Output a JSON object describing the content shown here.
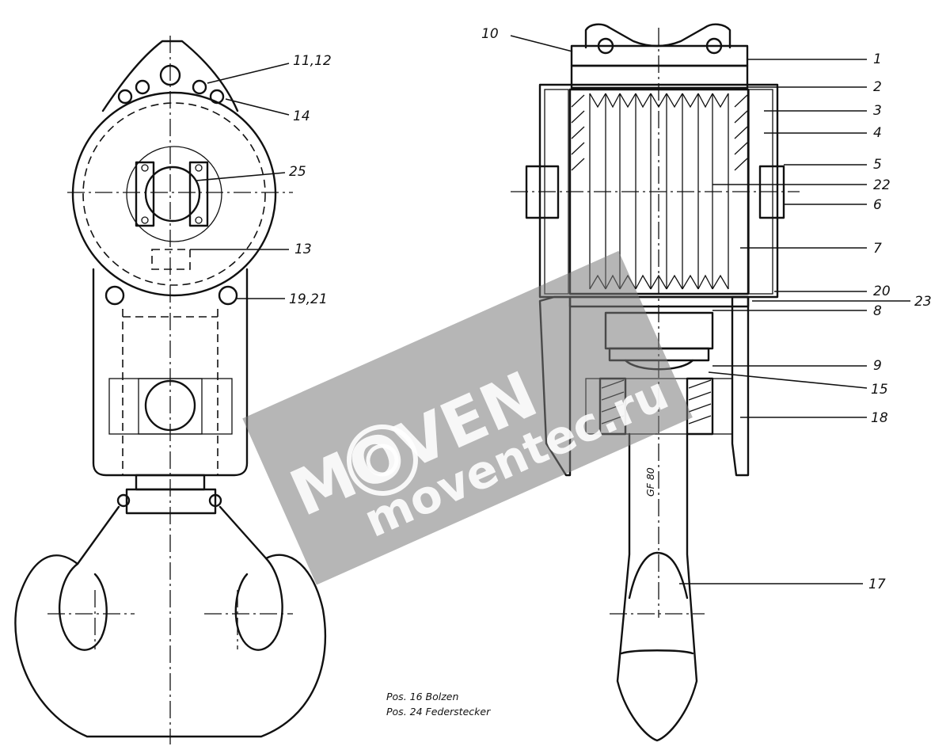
{
  "labels": {
    "l1": "1",
    "l2": "2",
    "l3": "3",
    "l4": "4",
    "l5": "5",
    "l22": "22",
    "l6": "6",
    "l7": "7",
    "l20": "20",
    "l23": "23",
    "l8": "8",
    "l9": "9",
    "l15": "15",
    "l18": "18",
    "l17": "17",
    "l10": "10",
    "l1112": "11,12",
    "l14": "14",
    "l25": "25",
    "l13": "13",
    "l1921": "19,21"
  },
  "shank_marking": "GF 80",
  "notes": {
    "pos16": "Pos. 16 Bolzen",
    "pos24": "Pos. 24 Federstecker"
  },
  "watermark": {
    "logo_text": "MOVEN",
    "url_text": "moventec.ru",
    "color": "#7a7a7a"
  }
}
